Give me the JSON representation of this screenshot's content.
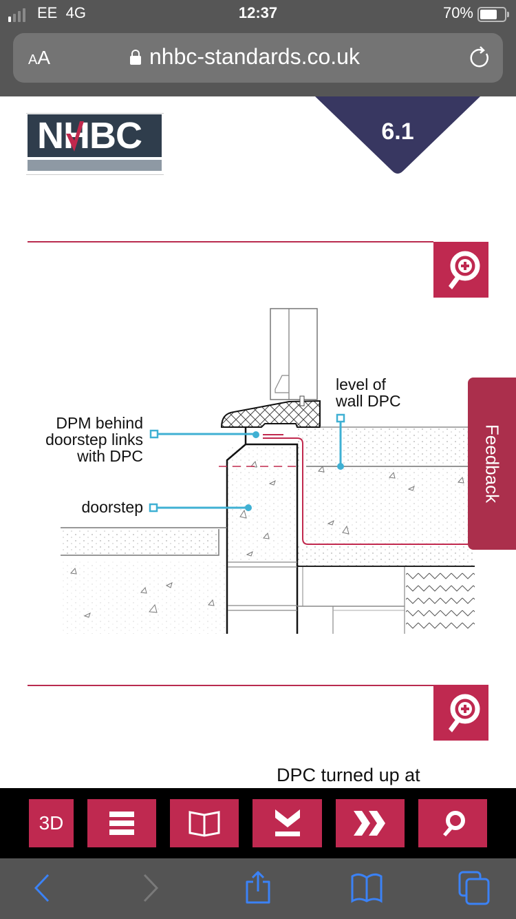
{
  "status_bar": {
    "carrier": "EE",
    "network": "4G",
    "time": "12:37",
    "battery": "70%",
    "signal_bars_active": 1,
    "signal_bars_total": 4
  },
  "browser": {
    "text_size_label_small": "A",
    "text_size_label_large": "A",
    "url": "nhbc-standards.co.uk",
    "icons": [
      "lock-icon",
      "reload-icon"
    ]
  },
  "page": {
    "logo_text": "NHBC",
    "section_number": "6.1",
    "feedback_label": "Feedback",
    "figure_labels": {
      "dpm": [
        "DPM behind",
        "doorstep links",
        "with DPC"
      ],
      "doorstep": "doorstep",
      "wall_dpc": [
        "level of",
        "wall DPC"
      ]
    },
    "next_caption": "DPC turned up at"
  },
  "toolbar": {
    "buttons": [
      {
        "label": "3D",
        "icon": "3d-text"
      },
      {
        "label": "",
        "icon": "menu-icon"
      },
      {
        "label": "",
        "icon": "book-icon"
      },
      {
        "label": "",
        "icon": "download-icon"
      },
      {
        "label": "",
        "icon": "next-icon"
      },
      {
        "label": "",
        "icon": "search-icon"
      }
    ]
  },
  "safari_toolbar": {
    "icons": [
      "back-icon",
      "forward-icon",
      "share-icon",
      "bookmarks-icon",
      "tabs-icon"
    ]
  },
  "colors": {
    "brand_red": "#bf2950",
    "navy": "#383761",
    "logo_navy": "#2f3d4c",
    "callout_blue": "#3fb0d3",
    "browser_chrome": "#565656"
  }
}
